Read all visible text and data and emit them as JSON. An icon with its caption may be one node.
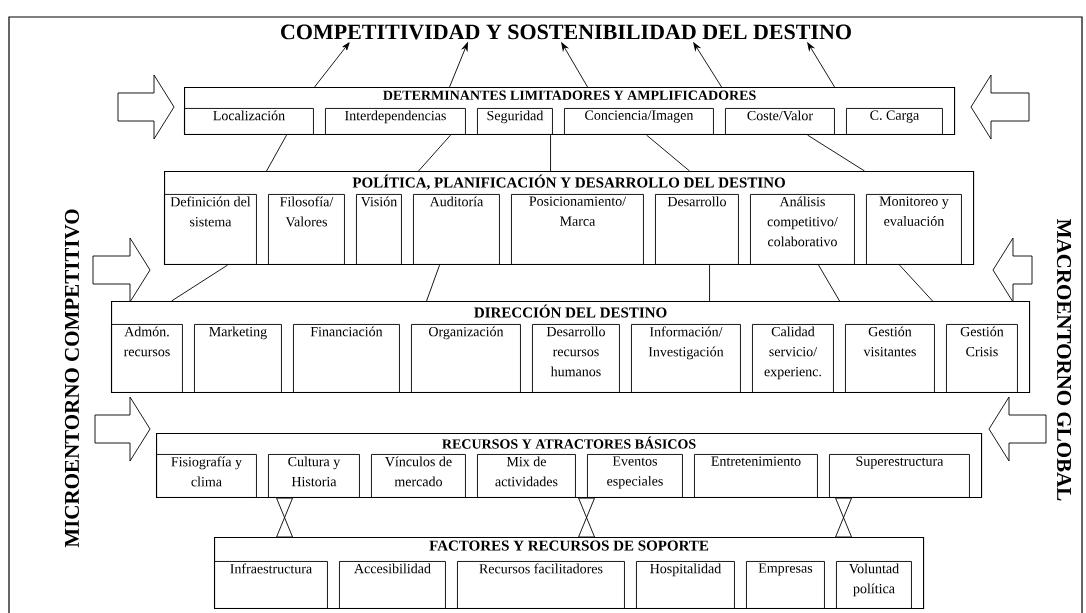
{
  "diagram": {
    "nodes": [
      {
        "text": [
          "COMPETITIVIDAD Y SOSTENIBILIDAD DEL DESTINO"
        ]
      },
      {
        "text": [
          "DETERMINANTES LIMITADORES Y AMPLIFICADORES"
        ]
      },
      {
        "text": [
          "Localización"
        ],
        "in": 1
      },
      {
        "text": [
          "Interdependencias"
        ],
        "in": 1
      },
      {
        "text": [
          "Seguridad"
        ],
        "in": 1
      },
      {
        "text": [
          "Conciencia/Imagen"
        ],
        "in": 1
      },
      {
        "text": [
          "Coste/Valor"
        ],
        "in": 1
      },
      {
        "text": [
          "C. Carga"
        ],
        "in": 1
      },
      {
        "text": [
          "POLÍTICA, PLANIFICACIÓN Y DESARROLLO DEL DESTINO"
        ]
      },
      {
        "text": [
          "Definición del sistema"
        ],
        "in": 8
      },
      {
        "text": [
          "Filosofía/ Valores"
        ],
        "in": 8
      },
      {
        "text": [
          "Visión"
        ],
        "in": 8
      },
      {
        "text": [
          "Auditoría"
        ],
        "in": 8
      },
      {
        "text": [
          "Posicionamiento/ Marca"
        ],
        "in": 8
      },
      {
        "text": [
          "Desarrollo"
        ],
        "in": 8
      },
      {
        "text": [
          "Análisis competitivo/ colaborativo"
        ],
        "in": 8
      },
      {
        "text": [
          "Monitoreo y evaluación"
        ],
        "in": 8
      },
      {
        "text": [
          "DIRECCIÓN DEL DESTINO"
        ]
      },
      {
        "text": [
          "Admón. recursos"
        ],
        "in": 17
      },
      {
        "text": [
          "Marketing"
        ],
        "in": 17
      },
      {
        "text": [
          "Financiación"
        ],
        "in": 17
      },
      {
        "text": [
          "Organización"
        ],
        "in": 17
      },
      {
        "text": [
          "Desarrollo recursos humanos"
        ],
        "in": 17
      },
      {
        "text": [
          "Información/ Investigación"
        ],
        "in": 17
      },
      {
        "text": [
          "Calidad servicio/ experienc."
        ],
        "in": 17
      },
      {
        "text": [
          "Gestión visitantes"
        ],
        "in": 17
      },
      {
        "text": [
          "Gestión Crisis"
        ],
        "in": 17
      },
      {
        "text": [
          "RECURSOS Y ATRACTORES BÁSICOS"
        ]
      },
      {
        "text": [
          "Fisiografía y clima"
        ],
        "in": 27
      },
      {
        "text": [
          "Cultura y Historia"
        ],
        "in": 27
      },
      {
        "text": [
          "Vínculos de mercado"
        ],
        "in": 27
      },
      {
        "text": [
          "Mix de actividades"
        ],
        "in": 27
      },
      {
        "text": [
          "Eventos especiales"
        ],
        "in": 27
      },
      {
        "text": [
          "Entretenimiento"
        ],
        "in": 27
      },
      {
        "text": [
          "Superestructura"
        ],
        "in": 27
      },
      {
        "text": [
          "FACTORES Y RECURSOS DE SOPORTE"
        ]
      },
      {
        "text": [
          "Infraestructura"
        ],
        "in": 35
      },
      {
        "text": [
          "Accesibilidad"
        ],
        "in": 35
      },
      {
        "text": [
          "Recursos facilitadores"
        ],
        "in": 35
      },
      {
        "text": [
          "Hospitalidad"
        ],
        "in": 35
      },
      {
        "text": [
          "Empresas"
        ],
        "in": 35
      },
      {
        "text": [
          "Voluntad política"
        ],
        "in": 35
      }
    ],
    "edges": [
      {
        "from": 1,
        "to": 0,
        "arrow": "to"
      },
      {
        "from": 1,
        "to": 0,
        "arrow": "to"
      },
      {
        "from": 1,
        "to": 0,
        "arrow": "to"
      },
      {
        "from": 1,
        "to": 0,
        "arrow": "to"
      },
      {
        "from": 1,
        "to": 0,
        "arrow": "to"
      },
      {
        "from": 8,
        "to": 1,
        "arrow": "none"
      },
      {
        "from": 8,
        "to": 1,
        "arrow": "none"
      },
      {
        "from": 8,
        "to": 1,
        "arrow": "none"
      },
      {
        "from": 8,
        "to": 1,
        "arrow": "none"
      },
      {
        "from": 8,
        "to": 1,
        "arrow": "none"
      },
      {
        "from": 17,
        "to": 8,
        "arrow": "none"
      },
      {
        "from": 17,
        "to": 8,
        "arrow": "none"
      },
      {
        "from": 17,
        "to": 8,
        "arrow": "none"
      },
      {
        "from": 17,
        "to": 8,
        "arrow": "none"
      },
      {
        "from": 17,
        "to": 8,
        "arrow": "none"
      },
      {
        "from": 35,
        "to": 27,
        "arrow": "other"
      },
      {
        "from": 35,
        "to": 27,
        "arrow": "other"
      },
      {
        "from": 35,
        "to": 27,
        "arrow": "other"
      }
    ],
    "labels": [
      "MICROENTORNO COMPETITIVO",
      "MACROENTORNO GLOBAL"
    ]
  }
}
